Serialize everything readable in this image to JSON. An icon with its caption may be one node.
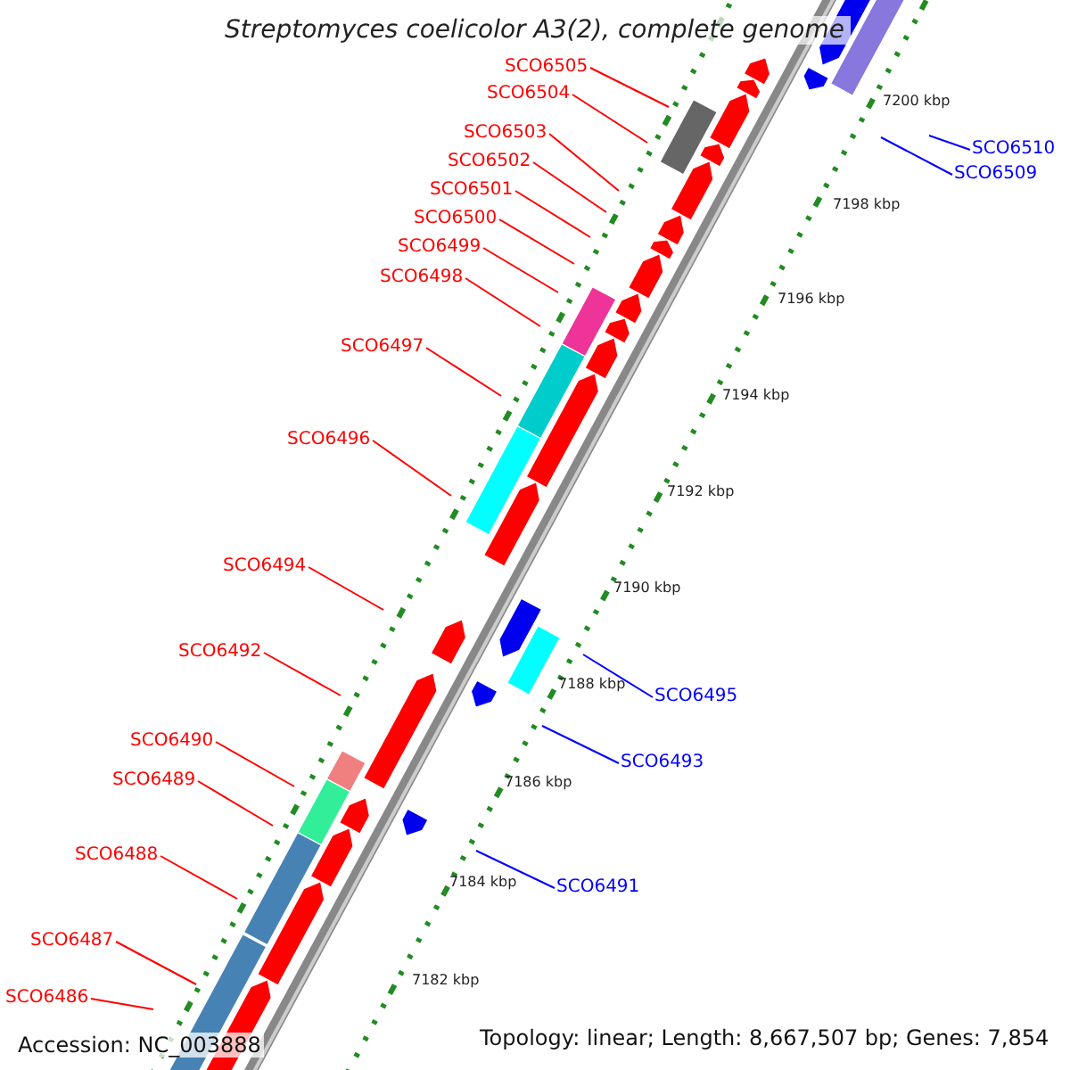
{
  "diagram": {
    "title": "Streptomyces coelicolor A3(2), complete genome",
    "nodes": [
      {
        "text": [
          "SCO6505"
        ]
      },
      {
        "text": [
          "SCO6504"
        ]
      },
      {
        "text": [
          "SCO6503"
        ]
      },
      {
        "text": [
          "SCO6502"
        ]
      },
      {
        "text": [
          "SCO6501"
        ]
      },
      {
        "text": [
          "SCO6500"
        ]
      },
      {
        "text": [
          "SCO6499"
        ]
      },
      {
        "text": [
          "SCO6498"
        ]
      },
      {
        "text": [
          "SCO6497"
        ]
      },
      {
        "text": [
          "SCO6496"
        ]
      },
      {
        "text": [
          "SCO6494"
        ]
      },
      {
        "text": [
          "SCO6492"
        ]
      },
      {
        "text": [
          "SCO6490"
        ]
      },
      {
        "text": [
          "SCO6489"
        ]
      },
      {
        "text": [
          "SCO6488"
        ]
      },
      {
        "text": [
          "SCO6487"
        ]
      },
      {
        "text": [
          "SCO6486"
        ]
      },
      {
        "text": [
          "SCO6510"
        ]
      },
      {
        "text": [
          "SCO6509"
        ]
      },
      {
        "text": [
          "SCO6495"
        ]
      },
      {
        "text": [
          "SCO6493"
        ]
      },
      {
        "text": [
          "SCO6491"
        ]
      }
    ],
    "edges": [
      {
        "from": 0,
        "to": null,
        "arrow": "none"
      },
      {
        "from": 1,
        "to": null,
        "arrow": "none"
      },
      {
        "from": 2,
        "to": null,
        "arrow": "none"
      },
      {
        "from": 3,
        "to": null,
        "arrow": "none"
      },
      {
        "from": 4,
        "to": null,
        "arrow": "none"
      },
      {
        "from": 5,
        "to": null,
        "arrow": "none"
      },
      {
        "from": 6,
        "to": null,
        "arrow": "none"
      },
      {
        "from": 7,
        "to": null,
        "arrow": "none"
      },
      {
        "from": 8,
        "to": null,
        "arrow": "none"
      },
      {
        "from": 9,
        "to": null,
        "arrow": "none"
      },
      {
        "from": 10,
        "to": null,
        "arrow": "none"
      },
      {
        "from": 11,
        "to": null,
        "arrow": "none"
      },
      {
        "from": 12,
        "to": null,
        "arrow": "none"
      },
      {
        "from": 13,
        "to": null,
        "arrow": "none"
      },
      {
        "from": 14,
        "to": null,
        "arrow": "none"
      },
      {
        "from": 15,
        "to": null,
        "arrow": "none"
      },
      {
        "from": 16,
        "to": null,
        "arrow": "none"
      },
      {
        "from": 17,
        "to": null,
        "arrow": "none",
        "color": "#0000ff"
      },
      {
        "from": 18,
        "to": null,
        "arrow": "none",
        "color": "#0000ff"
      },
      {
        "from": 19,
        "to": null,
        "arrow": "none",
        "color": "#0000ff"
      },
      {
        "from": 20,
        "to": null,
        "arrow": "none",
        "color": "#0000ff"
      },
      {
        "from": 21,
        "to": null,
        "arrow": "none",
        "color": "#0000ff"
      }
    ],
    "labels": [
      "7200 kbp",
      "7198 kbp",
      "7196 kbp",
      "7194 kbp",
      "7192 kbp",
      "7190 kbp",
      "7188 kbp",
      "7186 kbp",
      "7184 kbp",
      "7182 kbp",
      "Accession: NC_003888",
      "Topology: linear; Length: 8,667,507 bp; Genes: 7,854"
    ]
  }
}
